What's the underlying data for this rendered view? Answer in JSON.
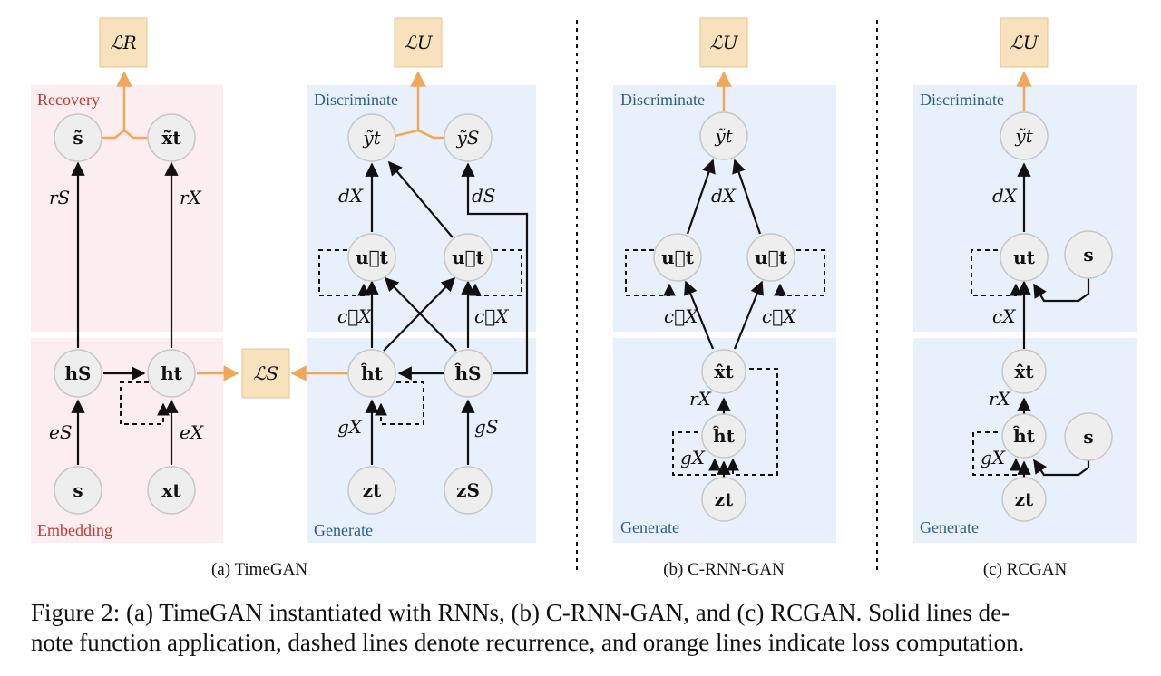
{
  "colors": {
    "pink_panel": "#fcedf0",
    "blue_panel": "#e8f1fb",
    "loss_box": "#f8e2bd",
    "loss_border": "#e7c48d",
    "node_fill": "#eeeeee",
    "node_stroke": "#c6c6c6",
    "orange": "#f0a75a",
    "red_label": "#c0392b",
    "blue_label": "#2e5d8a"
  },
  "regions": {
    "recovery": "Recovery",
    "embedding": "Embedding",
    "discriminate": "Discriminate",
    "generate": "Generate"
  },
  "timegan": {
    "loss_r": "ℒR",
    "loss_u": "ℒU",
    "loss_s": "ℒS",
    "nodes": {
      "s_tilde": "s̃",
      "x_tilde": "x̃t",
      "h_s": "hS",
      "h_t": "ht",
      "s": "s",
      "x_t": "xt",
      "y_t": "ỹt",
      "y_s": "ỹS",
      "u_left": "u⃖t",
      "u_right": "u⃗t",
      "h_hat_t": "ĥt",
      "h_hat_s": "ĥS",
      "z_t": "zt",
      "z_s": "zS"
    },
    "edges": {
      "r_s": "rS",
      "r_x": "rX",
      "e_s": "eS",
      "e_x": "eX",
      "d_x": "dX",
      "d_s": "dS",
      "c_left": "c⃖X",
      "c_right": "c⃗X",
      "g_x": "gX",
      "g_s": "gS"
    },
    "caption": "(a) TimeGAN"
  },
  "crnngan": {
    "loss_u": "ℒU",
    "nodes": {
      "y_t": "ỹt",
      "u_left": "u⃖t",
      "u_right": "u⃗t",
      "x_hat": "x̂t",
      "h_hat": "ĥt",
      "z_t": "zt"
    },
    "edges": {
      "d_x": "dX",
      "c_left": "c⃖X",
      "c_right": "c⃗X",
      "r_x": "rX",
      "g_x": "gX"
    },
    "caption": "(b) C-RNN-GAN"
  },
  "rcgan": {
    "loss_u": "ℒU",
    "nodes": {
      "y_t": "ỹt",
      "u_t": "ut",
      "s_top": "s",
      "x_hat": "x̂t",
      "h_hat": "ĥt",
      "s_bottom": "s",
      "z_t": "zt"
    },
    "edges": {
      "d_x": "dX",
      "c_x": "cX",
      "r_x": "rX",
      "g_x": "gX"
    },
    "caption": "(c) RCGAN"
  },
  "figure_caption": {
    "line1": "Figure 2: (a) TimeGAN instantiated with RNNs, (b) C-RNN-GAN, and (c) RCGAN. Solid lines de-",
    "line2": "note function application, dashed lines denote recurrence, and orange lines indicate loss computation."
  }
}
